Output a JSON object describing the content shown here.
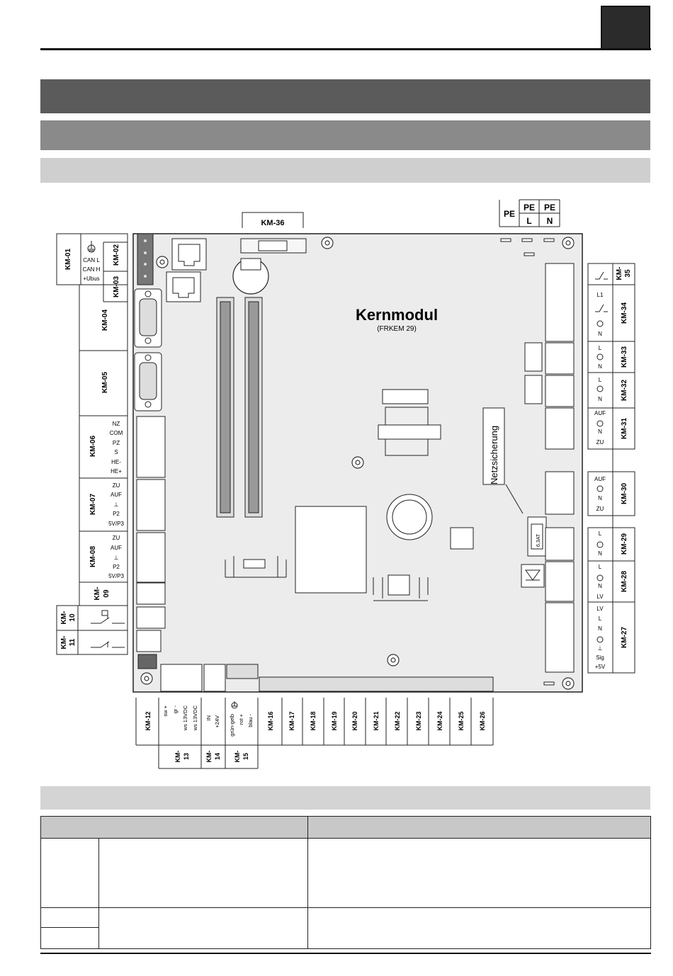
{
  "board": {
    "title": "Kernmodul",
    "subtitle": "(FRKEM 29)",
    "fuse_label": "Netzsicherung",
    "fuse_rating": "6,3AT"
  },
  "top_terminals": {
    "pe1": "PE",
    "pe2": "PE",
    "pe3": "PE",
    "l": "L",
    "n": "N"
  },
  "km36": "KM-36",
  "left_connectors": {
    "km01": {
      "label": "KM-01",
      "pins": [
        "CAN L",
        "CAN H",
        "+Ubus"
      ]
    },
    "km02": "KM-02",
    "km03": "KM-03",
    "km04": "KM-04",
    "km05": "KM-05",
    "km06": {
      "label": "KM-06",
      "pins": [
        "NZ",
        "COM",
        "PZ",
        "S",
        "HE-",
        "HE+"
      ]
    },
    "km07": {
      "label": "KM-07",
      "pins": [
        "ZU",
        "AUF",
        "⊥",
        "P2",
        "5V/P3"
      ]
    },
    "km08": {
      "label": "KM-08",
      "pins": [
        "ZU",
        "AUF",
        "⊥",
        "P2",
        "5V/P3"
      ]
    },
    "km09": [
      "KM-",
      "09"
    ],
    "km10": [
      "KM-",
      "10"
    ],
    "km11": [
      "KM-",
      "11"
    ]
  },
  "right_connectors": {
    "km35": [
      "KM-",
      "35"
    ],
    "km34": {
      "label": "KM-34",
      "pins": [
        "L1",
        "N"
      ]
    },
    "km33": {
      "label": "KM-33",
      "pins": [
        "L",
        "N"
      ]
    },
    "km32": {
      "label": "KM-32",
      "pins": [
        "L",
        "N"
      ]
    },
    "km31": {
      "label": "KM-31",
      "pins": [
        "AUF",
        "N",
        "ZU"
      ]
    },
    "km30": {
      "label": "KM-30",
      "pins": [
        "AUF",
        "N",
        "ZU"
      ]
    },
    "km29": {
      "label": "KM-29",
      "pins": [
        "L",
        "N"
      ]
    },
    "km28": {
      "label": "KM-28",
      "pins": [
        "L",
        "N",
        "LV"
      ]
    },
    "km27": {
      "label": "KM-27",
      "pins": [
        "LV",
        "L",
        "N",
        "⊥",
        "Sig",
        "+5V"
      ]
    }
  },
  "bottom_connectors": {
    "labels": [
      "KM-12",
      "KM-16",
      "KM-17",
      "KM-18",
      "KM-19",
      "KM-20",
      "KM-21",
      "KM-22",
      "KM-23",
      "KM-24",
      "KM-25",
      "KM-26"
    ],
    "km13": {
      "label": [
        "KM-",
        "13"
      ],
      "pins": [
        "sw +",
        "gr -",
        "ws 13VDC",
        "ws 13VDC"
      ]
    },
    "km14": {
      "label": [
        "KM-",
        "14"
      ],
      "pins": [
        "IN",
        "+24V"
      ]
    },
    "km15": {
      "label": [
        "KM-",
        "15"
      ],
      "pins": [
        "grün-gelb",
        "rot +",
        "blau -"
      ]
    }
  }
}
